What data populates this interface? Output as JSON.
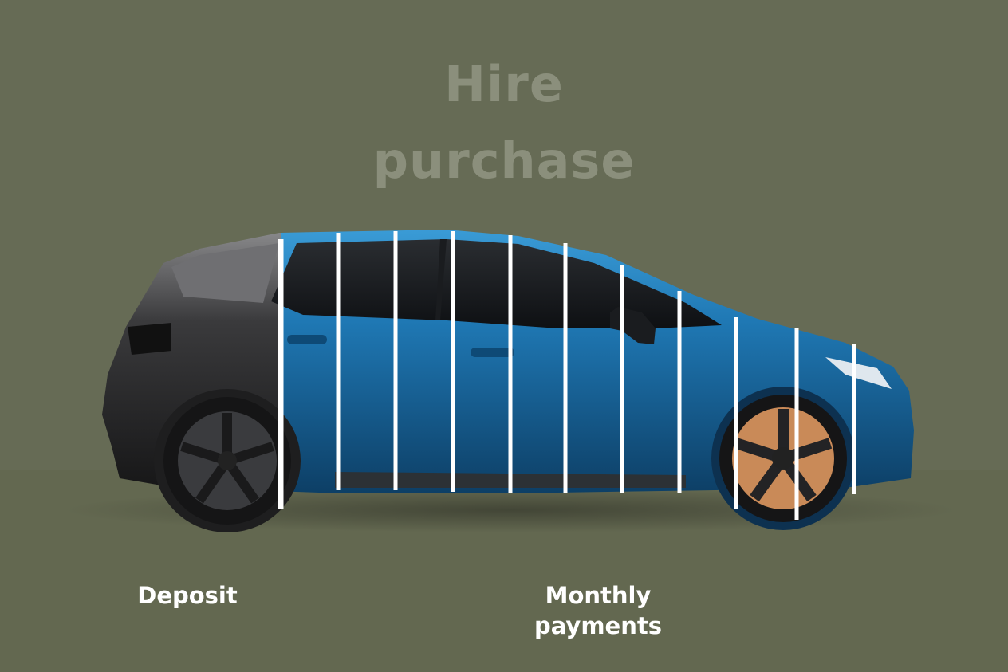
{
  "title": {
    "line1": "Hire",
    "line2": "purchase"
  },
  "labels": {
    "deposit": "Deposit",
    "monthly_line1": "Monthly",
    "monthly_line2": "payments"
  },
  "segments": {
    "deposit_count": 1,
    "monthly_count": 10
  },
  "colors": {
    "background": "#666b55",
    "title": "#8b8f7c",
    "car_deposit_section": "#2b2b2d",
    "car_monthly_section": "#1f6ea3",
    "divider": "#ffffff",
    "label": "#ffffff"
  },
  "icons": [
    "car-illustration"
  ]
}
